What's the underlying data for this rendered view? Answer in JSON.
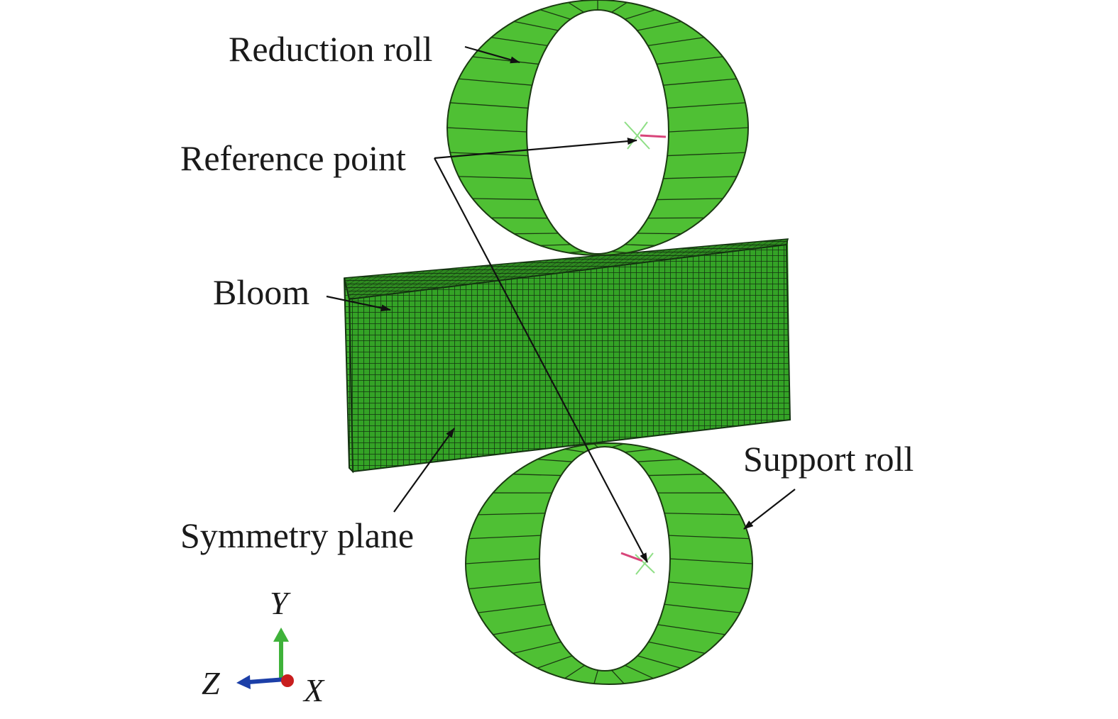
{
  "labels": {
    "reduction_roll": "Reduction roll",
    "reference_point": "Reference point",
    "bloom": "Bloom",
    "symmetry_plane": "Symmetry plane",
    "support_roll": "Support roll"
  },
  "axes": {
    "y": "Y",
    "z": "Z",
    "x": "X"
  },
  "colors": {
    "roll_outer": "#4fc034",
    "roll_inner": "#75d452",
    "bloom_top": "#3aa528",
    "bloom_front": "#2f8f1f",
    "bloom_side": "#34a024",
    "mesh_line": "#143311",
    "axis_y": "#3fb23a",
    "axis_z": "#1c3fa8",
    "axis_x": "#c81e1e",
    "ref_marker": "#d8457a"
  }
}
